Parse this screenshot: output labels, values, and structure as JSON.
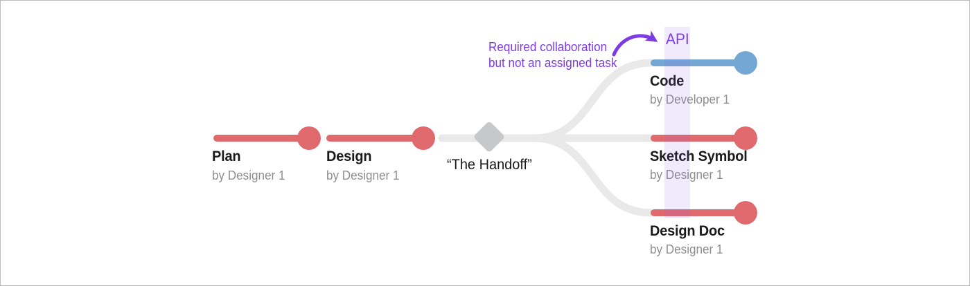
{
  "colors": {
    "red": "#E0696E",
    "blue": "#74A7D4",
    "track": "#E9E9E9",
    "diamond": "#C7C8CA",
    "purple": "#7C3BE3",
    "band": "rgba(140, 90, 230, 0.13)",
    "text_dark": "#1A1A1A",
    "text_gray": "#8E8E8E",
    "frame_border": "#BBBBBB",
    "background": "#FFFFFF"
  },
  "tasks": [
    {
      "label": "Plan",
      "by": "by Designer 1",
      "owner_color": "red"
    },
    {
      "label": "Design",
      "by": "by Designer 1",
      "owner_color": "red"
    },
    {
      "label": "Code",
      "by": "by Developer 1",
      "owner_color": "blue"
    },
    {
      "label": "Sketch Symbol",
      "by": "by Designer 1",
      "owner_color": "red"
    },
    {
      "label": "Design Doc",
      "by": "by Designer 1",
      "owner_color": "red"
    }
  ],
  "handoff": {
    "label": "“The Handoff”"
  },
  "annotation": {
    "line1": "Required collaboration",
    "line2": "but not an assigned task",
    "api_label": "API"
  }
}
